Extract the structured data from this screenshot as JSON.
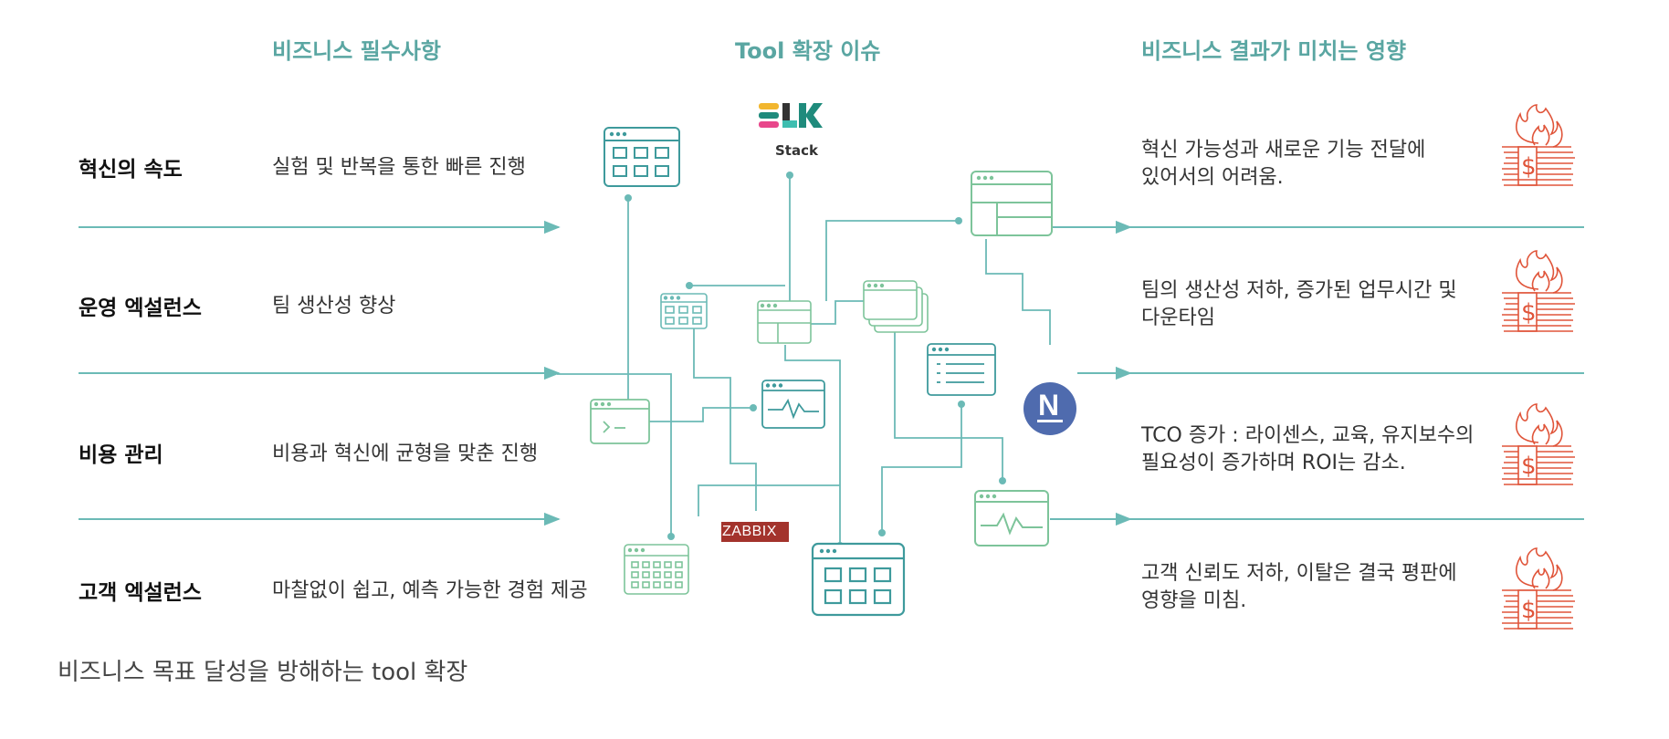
{
  "headers": {
    "business_requirements": "비즈니스 필수사항",
    "tool_issue": "Tool 확장 이슈",
    "business_impact": "비즈니스 결과가 미치는 영향"
  },
  "rows": [
    {
      "title": "혁신의 속도",
      "requirement": "실험 및 반복을 통한 빠른 진행",
      "impact": "혁신 가능성과 새로운 기능 전달에\n있어서의 어려움."
    },
    {
      "title": "운영 엑설런스",
      "requirement": "팀 생산성 향상",
      "impact": "팀의 생산성 저하, 증가된 업무시간 및\n다운타임"
    },
    {
      "title": "비용 관리",
      "requirement": "비용과 혁신에 균형을 맞춘 진행",
      "impact": "TCO 증가 : 라이센스, 교육, 유지보수의\n필요성이 증가하며 ROI는 감소."
    },
    {
      "title": "고객 엑설런스",
      "requirement": "마찰없이 쉽고, 예측 가능한 경험 제공",
      "impact": "고객 신뢰도 저하, 이탈은 결국 평판에\n영향을 미침."
    }
  ],
  "tools": {
    "elk_label": "Stack",
    "zabbix_label": "ZABBIX",
    "nagios_letter": "N"
  },
  "icons": [
    "money-fire-icon",
    "elk-logo",
    "zabbix-logo",
    "nagios-logo",
    "browser-window-icon",
    "terminal-window-icon",
    "monitor-window-icon",
    "list-window-icon"
  ],
  "caption": "비즈니스 목표 달성을 방해하는 tool 확장",
  "colors": {
    "teal": "#6bbab6",
    "teal_dark": "#3e9a9c",
    "green": "#7dc49a",
    "fire_red": "#e0553a",
    "heading": "#5aa6a2"
  }
}
